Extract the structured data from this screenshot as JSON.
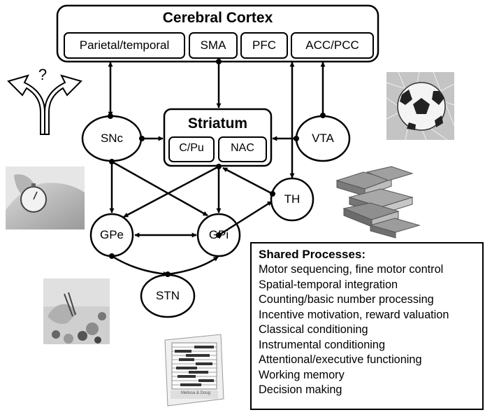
{
  "cortex": {
    "title": "Cerebral Cortex",
    "regions": [
      "Parietal/temporal",
      "SMA",
      "PFC",
      "ACC/PCC"
    ]
  },
  "striatum": {
    "title": "Striatum",
    "subregions": [
      "C/Pu",
      "NAC"
    ]
  },
  "nodes": {
    "snc": "SNc",
    "vta": "VTA",
    "gpe": "GPe",
    "gpi": "GPi",
    "th": "TH",
    "stn": "STN"
  },
  "decision_icon": {
    "symbol": "?"
  },
  "shared": {
    "heading": "Shared Processes:",
    "items": [
      "Motor sequencing, fine motor control",
      "Spatial-temporal integration",
      "Counting/basic number processing",
      "Incentive motivation, reward valuation",
      "Classical conditioning",
      "Instrumental conditioning",
      "Attentional/executive functioning",
      "Working memory",
      "Decision making"
    ]
  },
  "abacus": {
    "brand": "Melissa & Doug"
  },
  "colors": {
    "line": "#000000",
    "background": "#ffffff",
    "photo_gray": "#b8b8b8"
  }
}
